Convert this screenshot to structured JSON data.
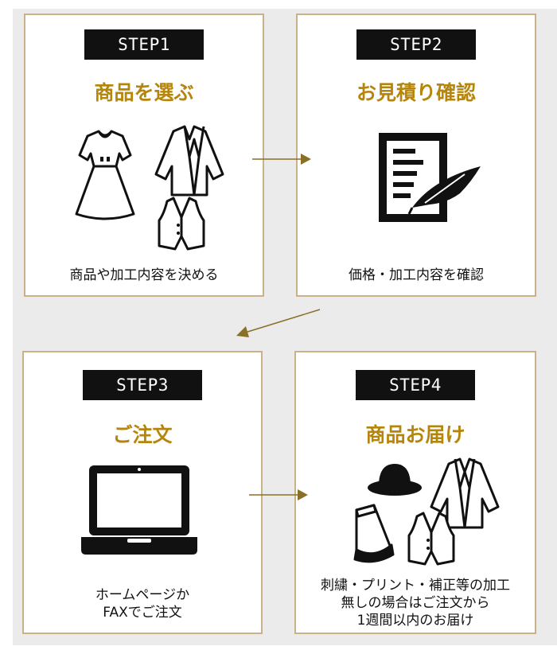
{
  "colors": {
    "accent": "#b5860b",
    "border": "#c9b28a",
    "arrow": "#8a7027",
    "badge": "#111111"
  },
  "steps": [
    {
      "badge": "STEP1",
      "title": "商品を選ぶ",
      "desc": [
        "商品や加工内容を決める"
      ],
      "icon": "clothing-icon"
    },
    {
      "badge": "STEP2",
      "title": "お見積り確認",
      "desc": [
        "価格・加工内容を確認"
      ],
      "icon": "document-quill-icon"
    },
    {
      "badge": "STEP3",
      "title": "ご注文",
      "desc": [
        "ホームページか",
        "FAXでご注文"
      ],
      "icon": "laptop-icon"
    },
    {
      "badge": "STEP4",
      "title": "商品お届け",
      "desc": [
        "刺繍・プリント・補正等の加工",
        "無しの場合はご注文から",
        "1週間以内のお届け"
      ],
      "icon": "delivered-clothing-icon"
    }
  ]
}
